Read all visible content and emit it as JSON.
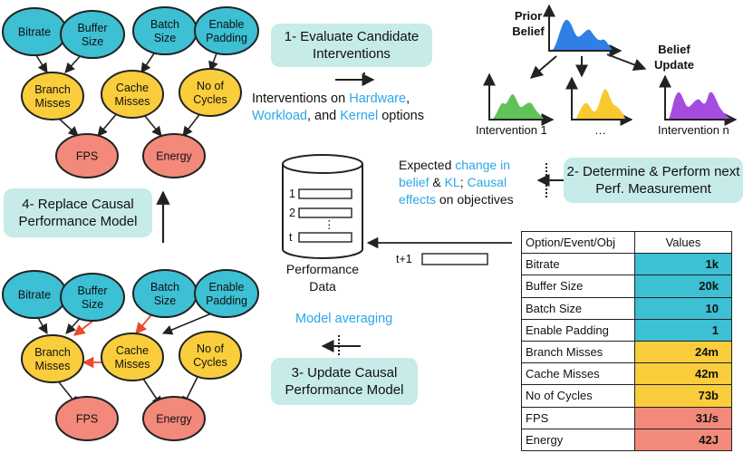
{
  "colors": {
    "option_node": "#3dbfd4",
    "event_node": "#f9cd3c",
    "objective_node": "#f2897a",
    "step_box": "#c6ebe8",
    "highlight_text": "#2aa7e8",
    "green": "#5fc35a",
    "yellow": "#f8c82f",
    "purple": "#a64be0",
    "blue_dist": "#2f7fe6",
    "red_edge": "#e84a2c"
  },
  "top_graph": {
    "options": [
      "Bitrate",
      "Buffer\nSize",
      "Batch\nSize",
      "Enable\nPadding"
    ],
    "events": [
      "Branch\nMisses",
      "Cache\nMisses",
      "No of\nCycles"
    ],
    "objectives": [
      "FPS",
      "Energy"
    ]
  },
  "bottom_graph": {
    "options": [
      "Bitrate",
      "Buffer\nSize",
      "Batch\nSize",
      "Enable\nPadding"
    ],
    "events": [
      "Branch\nMisses",
      "Cache\nMisses",
      "No of\nCycles"
    ],
    "objectives": [
      "FPS",
      "Energy"
    ]
  },
  "steps": {
    "step1": "1- Evaluate Candidate Interventions",
    "step2": "2- Determine & Perform next Perf. Measurement",
    "step3": "3- Update Causal Performance Model",
    "step4": "4- Replace Causal Performance Model"
  },
  "interventions_text": {
    "prefix": "Interventions on ",
    "hardware": "Hardware",
    "sep1": ",",
    "workload": "Workload",
    "mid": ", and ",
    "kernel": "Kernel",
    "suffix": " options"
  },
  "expected_text": {
    "p1": "Expected ",
    "h1": "change in belief",
    "p2": " & ",
    "h2": "KL",
    "p3": "; ",
    "h3": "Causal effects",
    "p4": " on objectives"
  },
  "model_averaging": "Model averaging",
  "distributions": {
    "prior": "Prior Belief",
    "update": "Belief Update",
    "intervention_1": "Intervention 1",
    "ellipsis": "…",
    "intervention_n": "Intervention n"
  },
  "database": {
    "label": "Performance Data",
    "rows": [
      "1",
      "2",
      "t"
    ],
    "dots": "⋮",
    "next_row": "t+1"
  },
  "table": {
    "headers": [
      "Option/Event/Obj",
      "Values"
    ],
    "rows": [
      {
        "name": "Bitrate",
        "value": "1k",
        "kind": "option"
      },
      {
        "name": "Buffer Size",
        "value": "20k",
        "kind": "option"
      },
      {
        "name": "Batch Size",
        "value": "10",
        "kind": "option"
      },
      {
        "name": "Enable Padding",
        "value": "1",
        "kind": "option"
      },
      {
        "name": "Branch Misses",
        "value": "24m",
        "kind": "event"
      },
      {
        "name": "Cache Misses",
        "value": "42m",
        "kind": "event"
      },
      {
        "name": "No of Cycles",
        "value": "73b",
        "kind": "event"
      },
      {
        "name": "FPS",
        "value": "31/s",
        "kind": "objective"
      },
      {
        "name": "Energy",
        "value": "42J",
        "kind": "objective"
      }
    ]
  }
}
